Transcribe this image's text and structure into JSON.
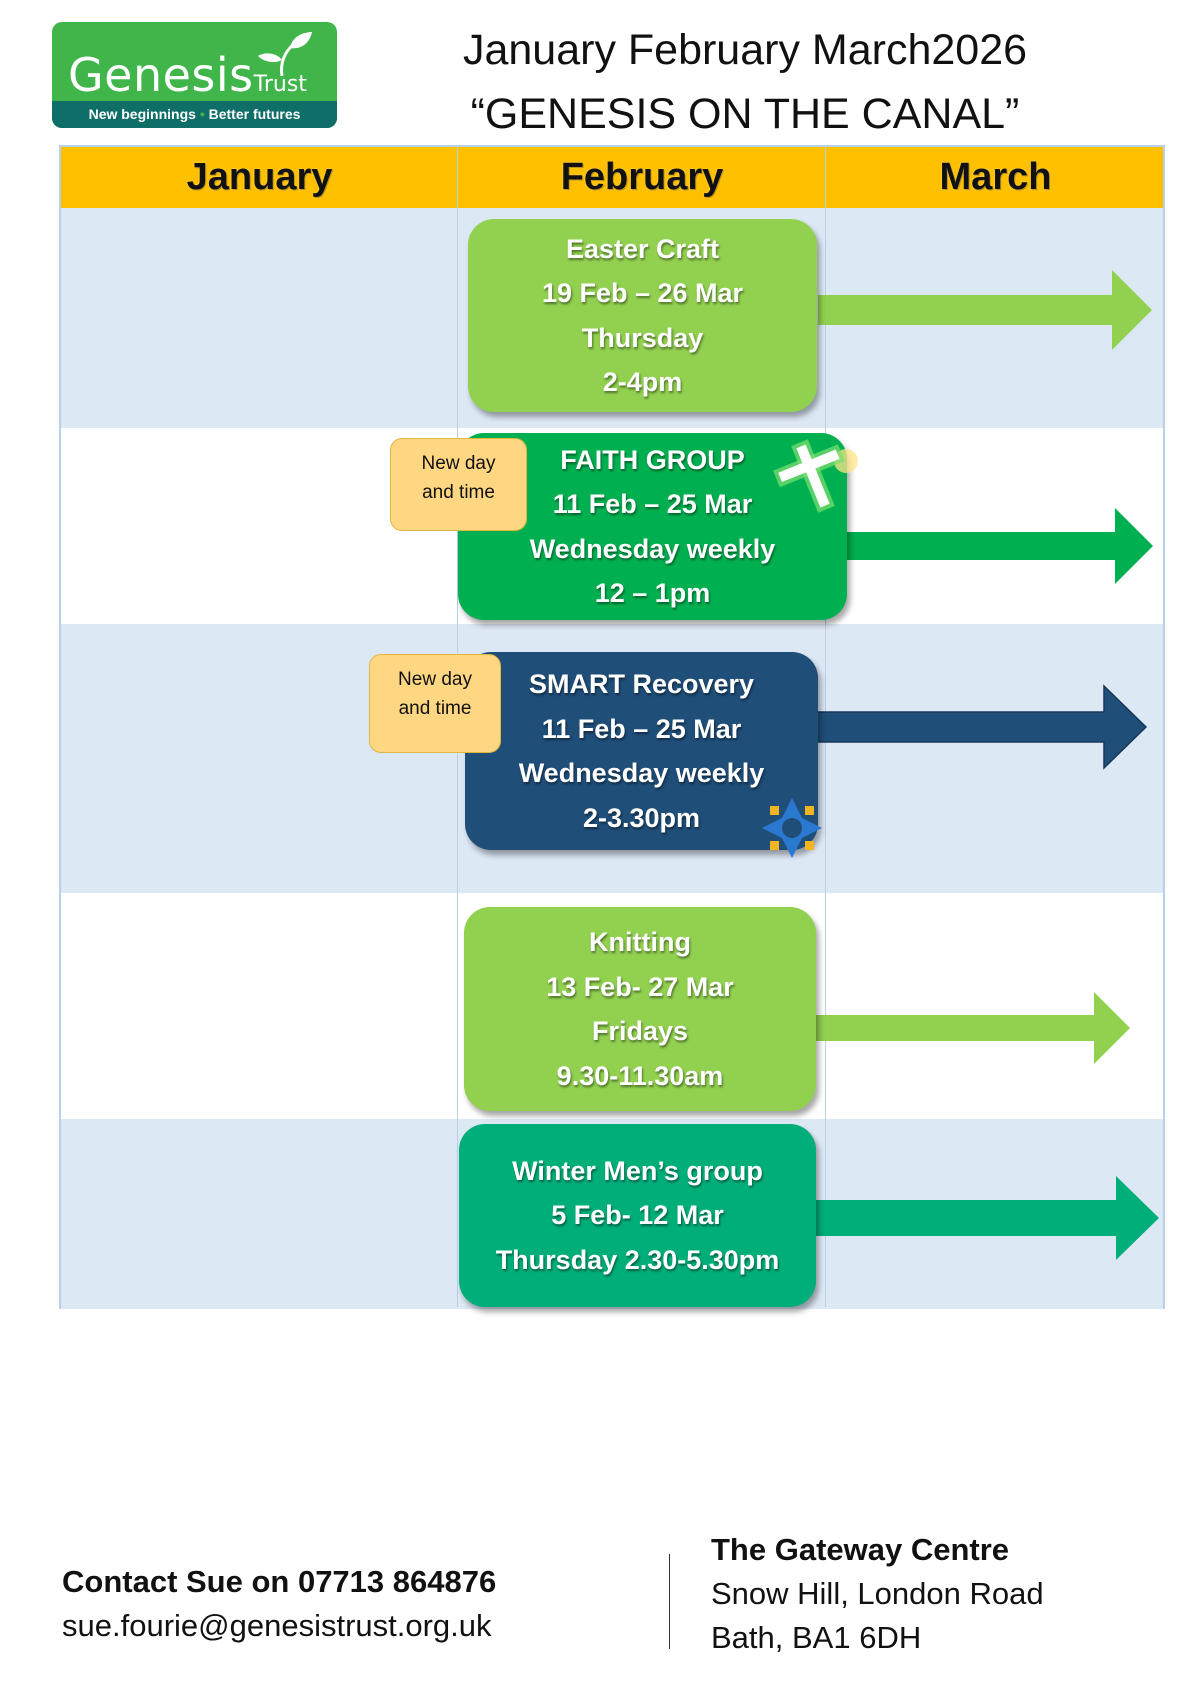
{
  "logo": {
    "name": "Genesis",
    "suffix": "Trust",
    "tagline_left": "New beginnings",
    "tagline_sep": "•",
    "tagline_right": "Better futures",
    "colors": {
      "green": "#3fb54a",
      "teal": "#0f6e68"
    }
  },
  "header": {
    "title_line1": "January February March2026",
    "title_line2": "“GENESIS ON THE CANAL”"
  },
  "table": {
    "columns": [
      "January",
      "February",
      "March"
    ],
    "header_color": "#ffc000",
    "rows": [
      {
        "activity": {
          "lines": [
            "Easter Craft",
            "19 Feb – 26 Mar",
            "Thursday",
            "2-4pm"
          ],
          "color": "#92d050"
        }
      },
      {
        "note": {
          "lines": [
            "New day",
            "and time"
          ]
        },
        "activity": {
          "lines": [
            "FAITH GROUP",
            "11 Feb – 25 Mar",
            "Wednesday weekly",
            "12 – 1pm"
          ],
          "color": "#00b050",
          "icon": "cross-icon"
        }
      },
      {
        "note": {
          "lines": [
            "New day",
            "and time"
          ]
        },
        "activity": {
          "lines": [
            "SMART Recovery",
            "11 Feb – 25 Mar",
            "Wednesday weekly",
            "2-3.30pm"
          ],
          "color": "#1f4e79",
          "icon": "compass-star-icon"
        }
      },
      {
        "activity": {
          "lines": [
            "Knitting",
            "13 Feb- 27 Mar",
            "Fridays",
            "9.30-11.30am"
          ],
          "color": "#92d050"
        }
      },
      {
        "activity": {
          "lines": [
            "Winter Men’s group",
            "5 Feb- 12 Mar",
            "Thursday 2.30-5.30pm"
          ],
          "color": "#00ae7a"
        }
      }
    ]
  },
  "footer": {
    "contact": "Contact Sue on 07713 864876",
    "email": "sue.fourie@genesistrust.org.uk",
    "venue_name": "The Gateway Centre",
    "address_line1": "Snow Hill, London Road",
    "address_line2": "Bath, BA1 6DH"
  }
}
